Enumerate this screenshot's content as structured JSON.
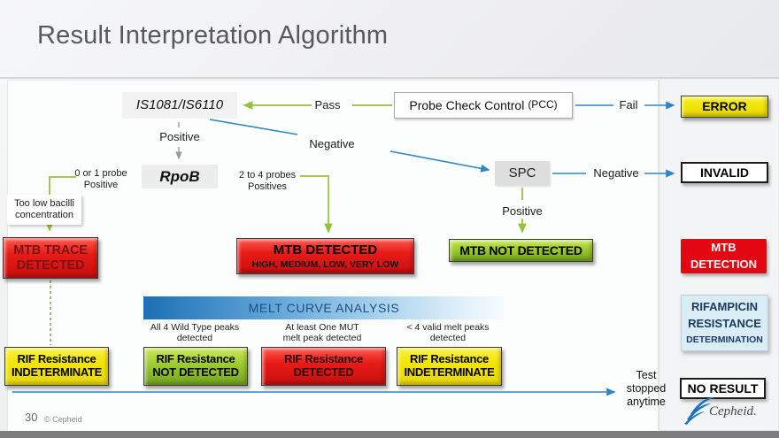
{
  "slide": {
    "title": "Result Interpretation Algorithm",
    "page": "30",
    "copyright": "© Cepheid",
    "brand": "Cepheid."
  },
  "flow": {
    "is_probe": "IS1081/IS6110",
    "pass": "Pass",
    "pcc_main": "Probe Check Control",
    "pcc_paren": "(PCC)",
    "fail": "Fail",
    "error": "ERROR",
    "negative_pcc": "Negative",
    "positive_is": "Positive",
    "rpob": "RpoB",
    "spc": "SPC",
    "negative_spc": "Negative",
    "positive_spc": "Positive",
    "invalid": "INVALID",
    "zero_one_probe": "0 or 1 probe\nPositive",
    "too_low": "Too low bacilli\nconcentration",
    "two_four_probes": "2 to 4 probes\nPositives",
    "mtb_trace": "MTB TRACE\nDETECTED",
    "mtb_detected": "MTB DETECTED",
    "mtb_detected_sub": "HIGH, MEDIUM, LOW, VERY  LOW",
    "mtb_not_detected": "MTB NOT DETECTED"
  },
  "melt": {
    "title": "MELT CURVE ANALYSIS",
    "col1": "All 4 Wild Type peaks\ndetected",
    "col2": "At least One MUT\nmelt peak detected",
    "col3": "< 4 valid melt peaks\ndetected",
    "box1": "RIF Resistance\nINDETERMINATE",
    "box2": "RIF Resistance\nNOT DETECTED",
    "box3": "RIF Resistance\nDETECTED",
    "box4": "RIF Resistance\nINDETERMINATE"
  },
  "right_panel": {
    "mtb_detection": "MTB\nDETECTION",
    "rif_line1": "RIFAMPICIN",
    "rif_line2": "RESISTANCE",
    "rif_line3": "DETERMINATION",
    "no_result": "NO RESULT"
  },
  "footer_note": {
    "test_stopped": "Test\nstopped\nanytime"
  },
  "colors": {
    "error_yellow": "#f2e400",
    "negative_green": "#8cc63c",
    "positive_red": "#e8191c",
    "info_blue": "#2e86c4",
    "rif_panel_blue": "#d8edf6",
    "melt_bar_blue": "#1c6fb5",
    "footer_bar_gray": "#7b7e7f"
  }
}
